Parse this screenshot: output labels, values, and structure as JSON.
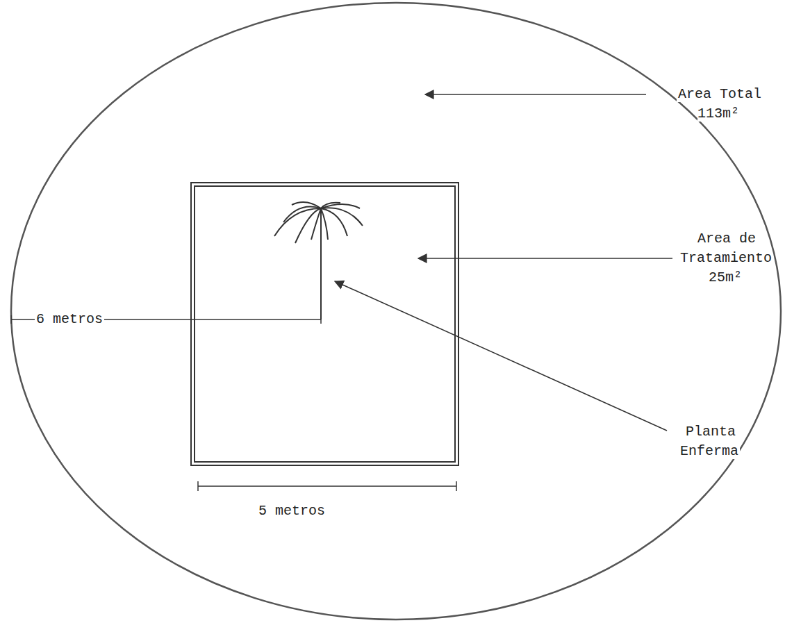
{
  "diagram": {
    "labels": [
      "Area Total 113m²",
      "Area de Tratamiento 25m²",
      "Planta Enferma",
      "6 metros",
      "5 metros"
    ]
  }
}
